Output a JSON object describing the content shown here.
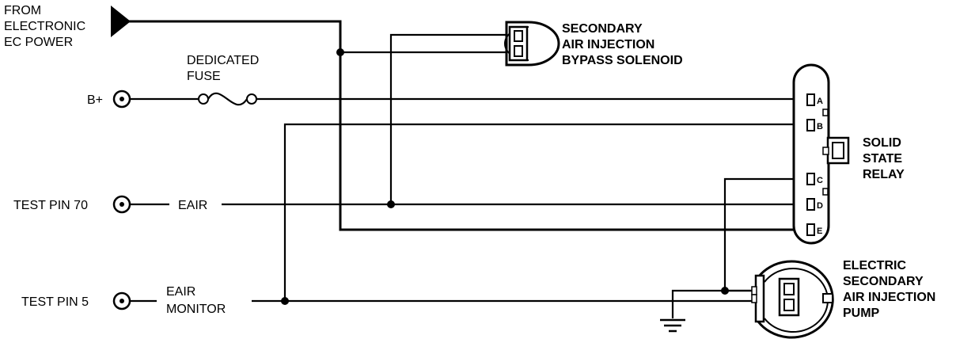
{
  "labels": {
    "from_line1": "FROM",
    "from_line2": "ELECTRONIC",
    "from_line3": "EC POWER",
    "fuse_line1": "DEDICATED",
    "fuse_line2": "FUSE",
    "bplus": "B+",
    "test_pin_70": "TEST PIN 70",
    "eair": "EAIR",
    "test_pin_5": "TEST PIN 5",
    "eair_monitor_line1": "EAIR",
    "eair_monitor_line2": "MONITOR"
  },
  "components": {
    "solenoid": {
      "line1": "SECONDARY",
      "line2": "AIR INJECTION",
      "line3": "BYPASS SOLENOID"
    },
    "relay": {
      "line1": "SOLID",
      "line2": "STATE",
      "line3": "RELAY"
    },
    "pump": {
      "line1": "ELECTRIC",
      "line2": "SECONDARY",
      "line3": "AIR INJECTION",
      "line4": "PUMP"
    }
  },
  "relay_pins": [
    "A",
    "B",
    "C",
    "D",
    "E"
  ]
}
